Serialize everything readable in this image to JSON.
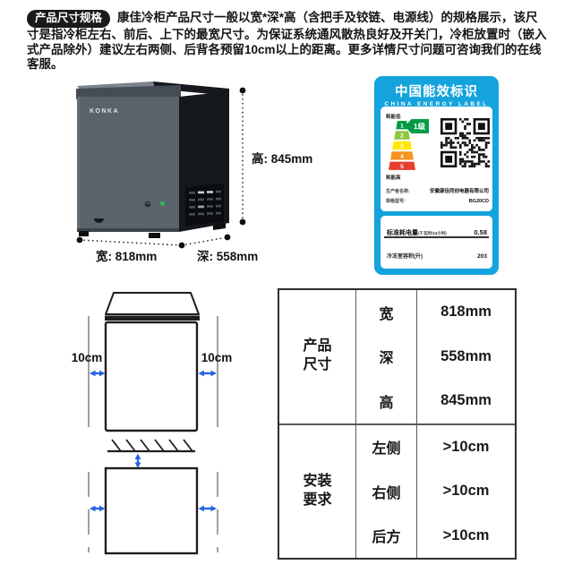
{
  "header": {
    "badge": "产品尺寸规格",
    "text": "康佳冷柜产品尺寸一般以宽*深*高（含把手及铰链、电源线）的规格展示，该尺寸是指冷柜左右、前后、上下的最宽尺寸。为保证系统通风散热良好及开关门，冷柜放置时（嵌入式产品除外）建议左右两侧、后背各预留10cm以上的距离。更多详情尺寸问题可咨询我们的在线客服。"
  },
  "product_image": {
    "brand": "KONKA",
    "height_label": "高: 845mm",
    "width_label": "宽: 818mm",
    "depth_label": "深: 558mm"
  },
  "energy_label": {
    "title": "中国能效标识",
    "subtitle": "CHINA ENERGY LABEL",
    "low_label": "耗能低",
    "high_label": "耗能高",
    "grade_badge": "1级",
    "grades": [
      "1",
      "2",
      "3",
      "4",
      "5"
    ],
    "producer_label": "生产者名称:",
    "producer_value": "安徽康佳同创电器有限公司",
    "model_label": "规格型号:",
    "model_value": "BG20CD",
    "energy_row_label": "标准耗电量",
    "energy_row_unit": "(千瓦时/24小时)",
    "energy_row_value": "0.58",
    "volume_row_label": "冷冻室容积(升)",
    "volume_row_value": "203"
  },
  "clearance_diagram": {
    "left_label": "10cm",
    "right_label": "10cm"
  },
  "spec_table": {
    "sections": [
      {
        "header": "产品\n尺寸",
        "rows": [
          {
            "label": "宽",
            "value": "818mm"
          },
          {
            "label": "深",
            "value": "558mm"
          },
          {
            "label": "高",
            "value": "845mm"
          }
        ]
      },
      {
        "header": "安装\n要求",
        "rows": [
          {
            "label": "左侧",
            "value": ">10cm"
          },
          {
            "label": "右侧",
            "value": ">10cm"
          },
          {
            "label": "后方",
            "value": ">10cm"
          }
        ]
      }
    ]
  },
  "colors": {
    "label_blue": "#14A3DC",
    "arrow_blue": "#2563DF",
    "grade_colors": [
      "#009B45",
      "#8CC63F",
      "#FFE800",
      "#F7941D",
      "#E83C2D"
    ],
    "grade_badge_green": "#009B45"
  }
}
